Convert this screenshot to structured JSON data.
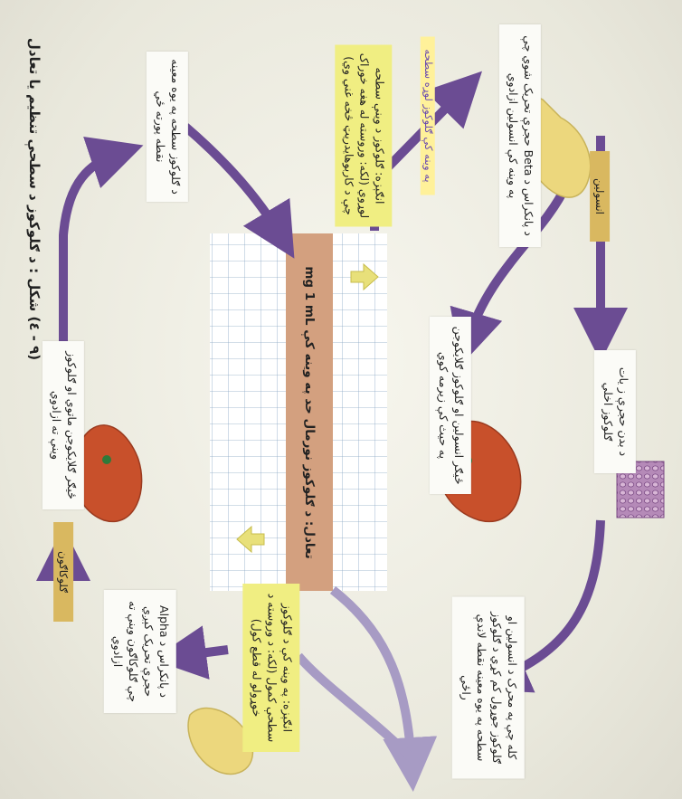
{
  "figure_caption": "(۹ - ٤) شکل : د ګلوکوز د سطحې تنظیم یا تعادل",
  "center_label": "تعادل: د ګلوکوز نورمال حد په وینه کې mg 1 mL",
  "steps": {
    "beta_cells": "د پانکراس د Beta حجرې تحریک شوي چې په وینه کې انسولین ازادوي",
    "insulin_tag": "انسولین",
    "body_cells": "د بدن حجرې ز یات ګلوکوز اخلي",
    "liver_storage": "ځيګر انسولین او ګلوکوز ګلایکوجن په حیث کې زیرمه کوي",
    "glucose_drop": "کله چې په محرک د انسولین او ګلوکوز جوړول کم کړي د ګلوکوز سطحه په یوه معینه نقطه لاندې راځي",
    "stimulus_low": "انګېزه: په وینه کې د ګلوکوز سطحې کمول (لکه: د وروسته د خوړولو له قطع کول)",
    "alpha_cells": "د پانکراس د Alpha حجرې تحریک کېږي چې ګلوکاګون وینې ته ازادوي",
    "glucagon_tag": "ګلوکاګون",
    "liver_release": "ځيګر ګلایکوجن ماتوي او ګلوکوز وینې ته ازادوي",
    "glucose_rise": "د ګلوکوز سطحه په یوه معینه نقطه پورته ځي",
    "stimulus_high": "انګېزه: ګلوکوز د وینې سطحه لوړوي (لکه: وروسته له هغه خوراک چې د کاربوهایدریټ څخه غني وي)",
    "stimulus_high_highlight": "په وینه کې ګلوکوز لوړه سطحه"
  },
  "colors": {
    "arrow": "#6b4c93",
    "arrow_light": "#a79bc4",
    "yellow_box": "#f0ee82",
    "tan_tag": "#d9b860",
    "liver": "#c8502b",
    "pancreas": "#ecd77d",
    "center_bar": "#d3a07f"
  }
}
